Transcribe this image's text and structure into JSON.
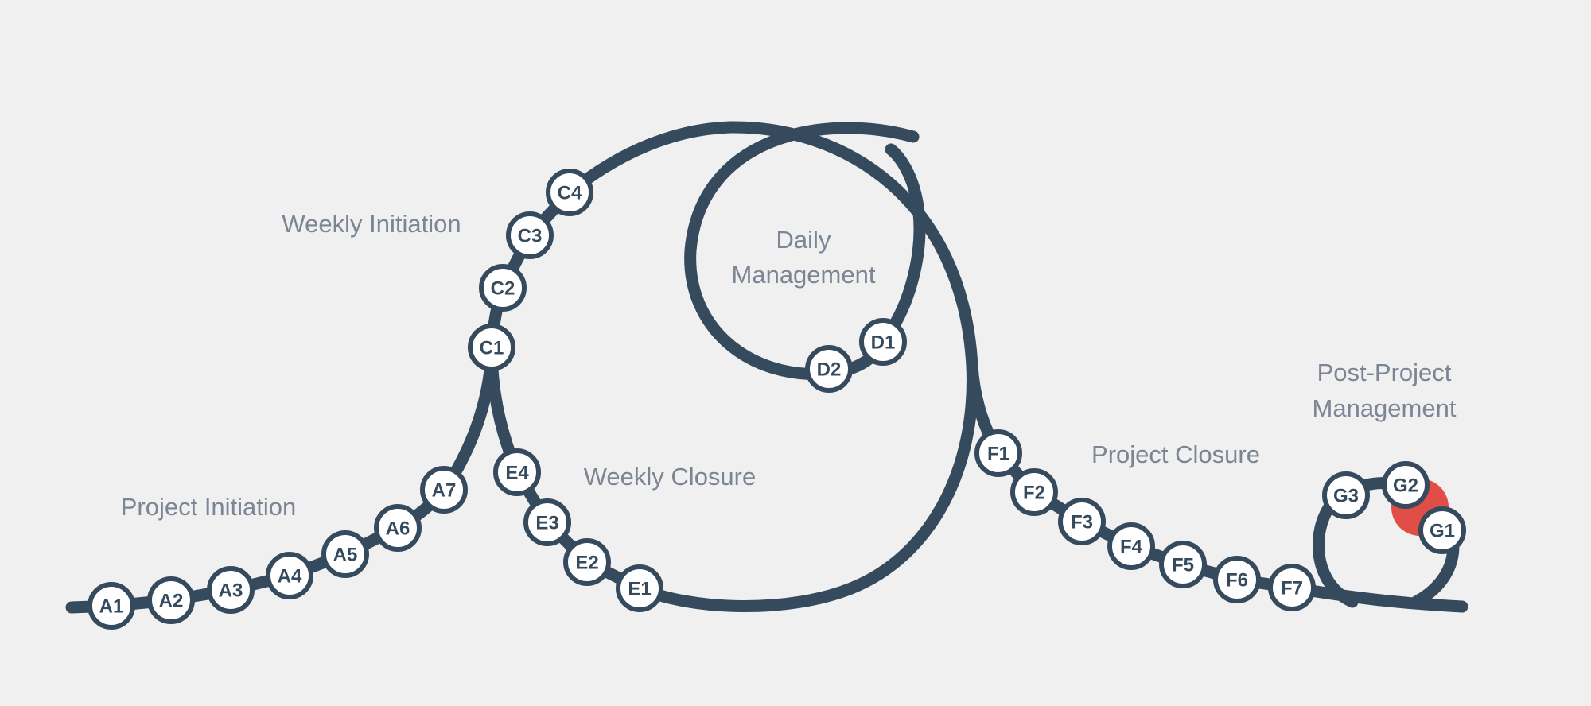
{
  "colors": {
    "background": "#f0f0f0",
    "track": "#364a5e",
    "node_fill": "#ffffff",
    "label": "#7b8594",
    "highlight": "#e04e47"
  },
  "sections": {
    "project_initiation": "Project Initiation",
    "weekly_initiation": "Weekly Initiation",
    "daily_management": [
      "Daily",
      "Management"
    ],
    "weekly_closure": "Weekly Closure",
    "project_closure": "Project Closure",
    "post_project_management": [
      "Post-Project",
      "Management"
    ]
  },
  "nodes": {
    "A": [
      "A1",
      "A2",
      "A3",
      "A4",
      "A5",
      "A6",
      "A7"
    ],
    "C": [
      "C1",
      "C2",
      "C3",
      "C4"
    ],
    "D": [
      "D1",
      "D2"
    ],
    "E": [
      "E1",
      "E2",
      "E3",
      "E4"
    ],
    "F": [
      "F1",
      "F2",
      "F3",
      "F4",
      "F5",
      "F6",
      "F7"
    ],
    "G": [
      "G1",
      "G2",
      "G3"
    ]
  },
  "highlighted_node": "G2"
}
